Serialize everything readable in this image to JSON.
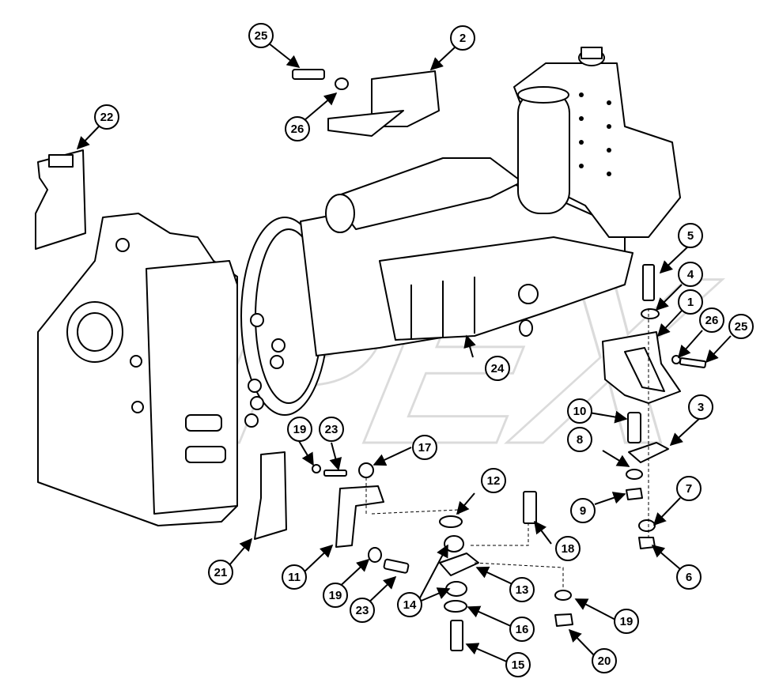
{
  "watermark": {
    "text": "OPEX"
  },
  "callouts": {
    "c1": "1",
    "c2": "2",
    "c3": "3",
    "c4": "4",
    "c5": "5",
    "c6": "6",
    "c7": "7",
    "c8": "8",
    "c9": "9",
    "c10": "10",
    "c11": "11",
    "c12": "12",
    "c13": "13",
    "c14": "14",
    "c15": "15",
    "c16": "16",
    "c17": "17",
    "c18": "18",
    "c19a": "19",
    "c19b": "19",
    "c19c": "19",
    "c20": "20",
    "c21": "21",
    "c22": "22",
    "c23a": "23",
    "c23b": "23",
    "c24": "24",
    "c25a": "25",
    "c25b": "25",
    "c26a": "26",
    "c26b": "26"
  },
  "colors": {
    "ink": "#000000",
    "paper": "#ffffff",
    "watermark": "#c8c8c8"
  }
}
